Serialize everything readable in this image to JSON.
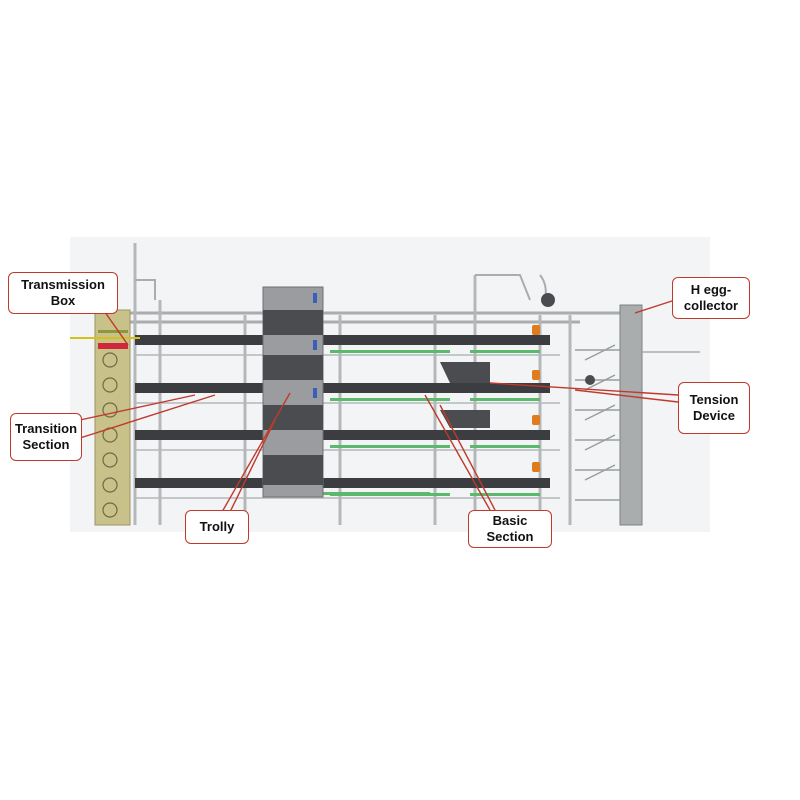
{
  "labels": {
    "transmission_box": "Transmission\nBox",
    "transition_section": "Transition\nSection",
    "trolly": "Trolly",
    "basic_section": "Basic\nSection",
    "tension_device": "Tension\nDevice",
    "h_egg_collector": "H egg-\ncollector"
  },
  "colors": {
    "frame": "#a9adae",
    "belt": "#3b3d40",
    "trolley": "#9a9c9f",
    "transmission": "#c9c18a",
    "leader": "#c0392b",
    "accent_orange": "#e07b1e",
    "green_tray": "#5cb86b"
  }
}
